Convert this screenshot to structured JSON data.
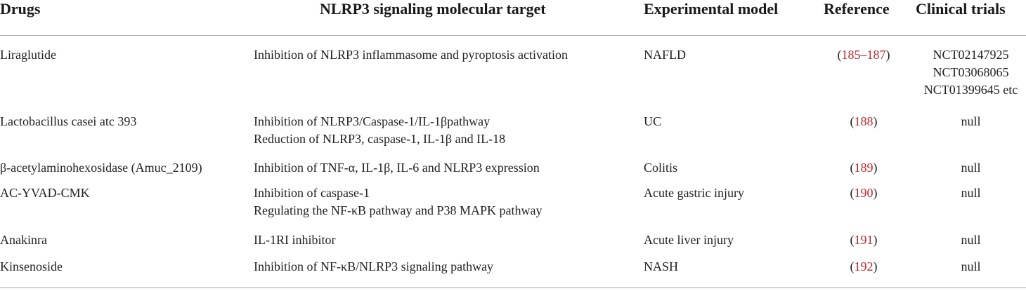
{
  "headers": {
    "drugs": "Drugs",
    "target": "NLRP3 signaling molecular target",
    "model": "Experimental model",
    "reference": "Reference",
    "trials": "Clinical trials"
  },
  "colors": {
    "reference_link": "#c0282d",
    "text": "#222222",
    "rule": "#a8a8a8"
  },
  "rows": [
    {
      "drug": "Liraglutide",
      "target": [
        "Inhibition of NLRP3 inflammasome and pyroptosis activation"
      ],
      "model": "NAFLD",
      "ref_open": "(",
      "ref": "185–187",
      "ref_close": ")",
      "trials": [
        "NCT02147925",
        "NCT03068065",
        "NCT01399645 etc"
      ]
    },
    {
      "drug": "Lactobacillus casei atc 393",
      "target": [
        "Inhibition of NLRP3/Caspase-1/IL-1βpathway",
        "Reduction of NLRP3, caspase-1, IL-1β and IL-18"
      ],
      "model": "UC",
      "ref_open": "(",
      "ref": "188",
      "ref_close": ")",
      "trials": [
        "null"
      ]
    },
    {
      "drug": "β-acetylaminohexosidase (Amuc_2109)",
      "target": [
        "Inhibition of TNF-α, IL-1β, IL-6 and NLRP3 expression"
      ],
      "model": "Colitis",
      "ref_open": "(",
      "ref": "189",
      "ref_close": ")",
      "trials": [
        "null"
      ]
    },
    {
      "drug": "AC-YVAD-CMK",
      "target": [
        "Inhibition of caspase-1",
        "Regulating the NF-κB pathway and P38 MAPK pathway"
      ],
      "model": "Acute gastric injury",
      "ref_open": "(",
      "ref": "190",
      "ref_close": ")",
      "trials": [
        "null"
      ]
    },
    {
      "drug": "Anakinra",
      "target": [
        "IL-1RI inhibitor"
      ],
      "model": "Acute liver injury",
      "ref_open": "(",
      "ref": "191",
      "ref_close": ")",
      "trials": [
        "null"
      ]
    },
    {
      "drug": "Kinsenoside",
      "target": [
        "Inhibition of NF-κB/NLRP3 signaling pathway"
      ],
      "model": "NASH",
      "ref_open": "(",
      "ref": "192",
      "ref_close": ")",
      "trials": [
        "null"
      ]
    }
  ]
}
